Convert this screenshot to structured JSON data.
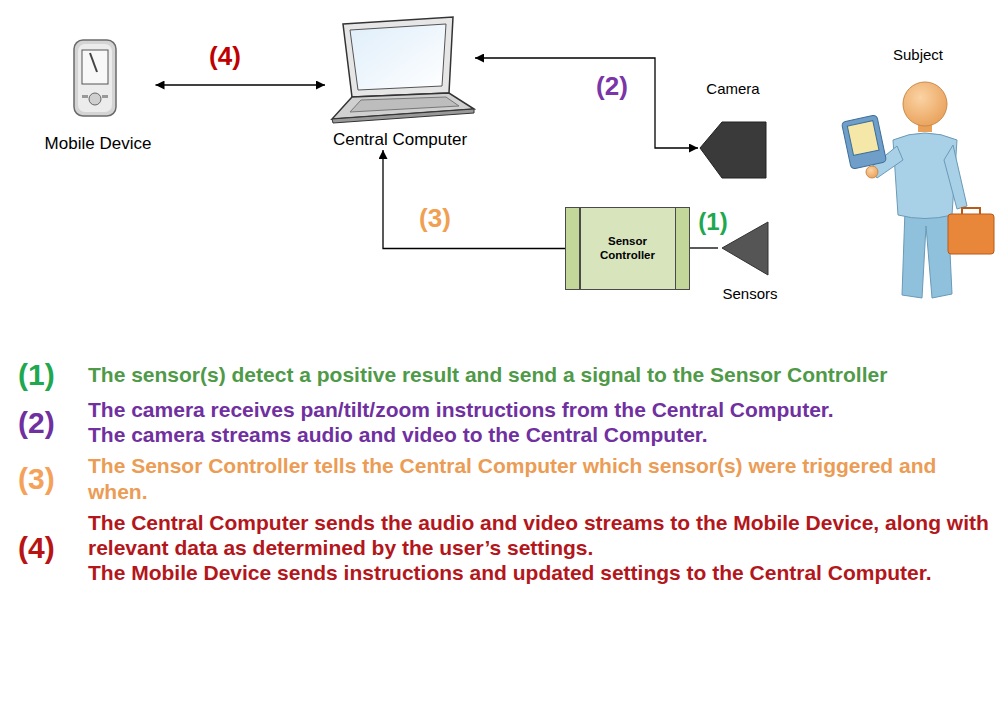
{
  "diagram": {
    "nodes": [
      {
        "text": [
          "Mobile Device"
        ]
      },
      {
        "text": [
          "Central Computer"
        ]
      },
      {
        "text": [
          "Camera"
        ]
      },
      {
        "text": [
          "Subject"
        ]
      },
      {
        "text": [
          "Sensor Controller"
        ]
      },
      {
        "text": [
          "Sensors"
        ]
      }
    ],
    "edges": [
      {
        "from": 0,
        "to": 1,
        "arrow": "both",
        "label": "(4)"
      },
      {
        "from": 1,
        "to": 2,
        "arrow": "both",
        "label": "(2)"
      },
      {
        "from": 4,
        "to": 1,
        "arrow": "to",
        "label": "(3)"
      },
      {
        "from": 5,
        "to": 4,
        "arrow": "none",
        "label": "(1)"
      }
    ],
    "labels": [
      "(1)",
      "The sensor(s) detect a positive result and send a signal to the Sensor Controller",
      "(2)",
      "The camera receives pan/tilt/zoom instructions from the Central Computer.",
      "The camera streams audio and video to the Central Computer.",
      "(3)",
      "The Sensor Controller tells the Central Computer which sensor(s) were triggered and when.",
      "(4)",
      "The Central Computer sends the audio and video streams to the Mobile Device, along with relevant data as determined by the user’s settings.",
      "The Mobile Device sends instructions and updated settings to the Central Computer."
    ]
  }
}
